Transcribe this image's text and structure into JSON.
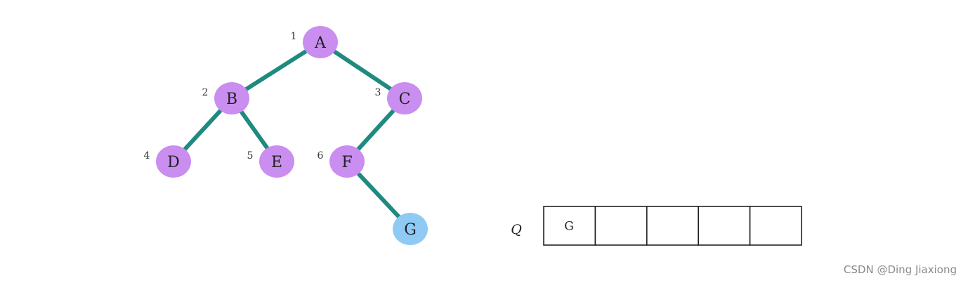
{
  "tree": {
    "nodes": [
      {
        "id": "A",
        "order": "1",
        "highlighted": false
      },
      {
        "id": "B",
        "order": "2",
        "highlighted": false
      },
      {
        "id": "C",
        "order": "3",
        "highlighted": false
      },
      {
        "id": "D",
        "order": "4",
        "highlighted": false
      },
      {
        "id": "E",
        "order": "5",
        "highlighted": false
      },
      {
        "id": "F",
        "order": "6",
        "highlighted": false
      },
      {
        "id": "G",
        "order": "",
        "highlighted": true
      }
    ],
    "edges": [
      [
        "A",
        "B"
      ],
      [
        "A",
        "C"
      ],
      [
        "B",
        "D"
      ],
      [
        "B",
        "E"
      ],
      [
        "C",
        "F"
      ],
      [
        "F",
        "G"
      ]
    ],
    "colors": {
      "edge": "#1f8a80",
      "node": "#c98ef0",
      "highlighted_node": "#8fcaf5"
    }
  },
  "queue": {
    "name": "Q",
    "cells": [
      "G",
      "",
      "",
      "",
      ""
    ]
  },
  "watermark": "CSDN @Ding Jiaxiong"
}
